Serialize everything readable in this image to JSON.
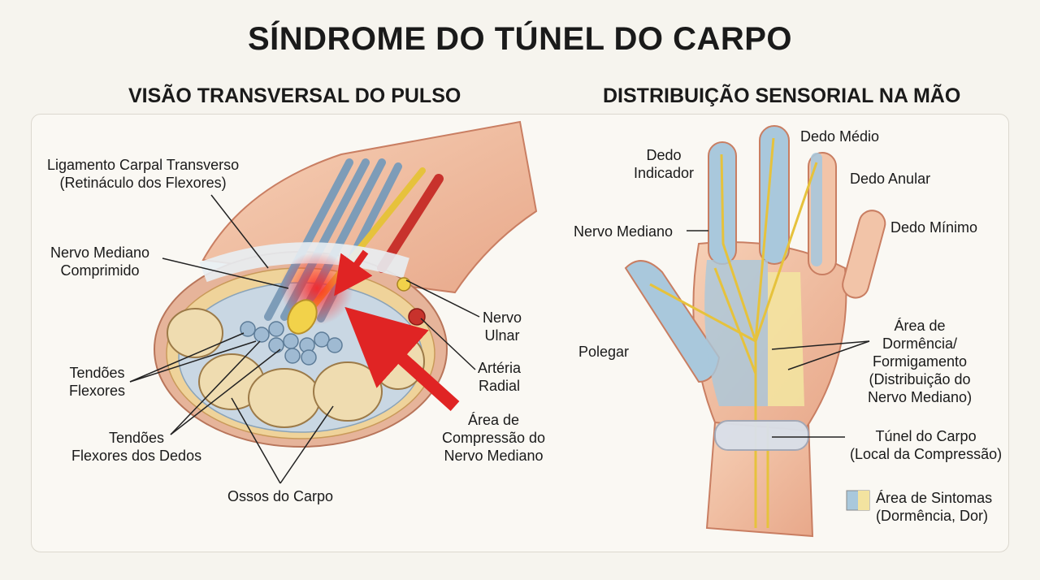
{
  "title": "SÍNDROME DO TÚNEL DO CARPO",
  "left_panel": {
    "subtitle": "VISÃO TRANSVERSAL DO PULSO",
    "labels": {
      "ligamento_1": "Ligamento Carpal Transverso",
      "ligamento_2": "(Retináculo dos Flexores)",
      "nervo_comp_1": "Nervo Mediano",
      "nervo_comp_2": "Comprimido",
      "tendoes_1": "Tendões",
      "tendoes_2": "Flexores",
      "tendoes_dedos_1": "Tendões",
      "tendoes_dedos_2": "Flexores dos Dedos",
      "ossos": "Ossos do Carpo",
      "nervo_ulnar_1": "Nervo",
      "nervo_ulnar_2": "Ulnar",
      "arteria_1": "Artéria",
      "arteria_2": "Radial",
      "area_comp_1": "Área de",
      "area_comp_2": "Compressão do",
      "area_comp_3": "Nervo Mediano"
    }
  },
  "right_panel": {
    "subtitle": "DISTRIBUIÇÃO SENSORIAL NA MÃO",
    "labels": {
      "dedo_indicador_1": "Dedo",
      "dedo_indicador_2": "Indicador",
      "dedo_medio": "Dedo Médio",
      "dedo_anular": "Dedo Anular",
      "dedo_minimo": "Dedo Mínimo",
      "nervo_mediano": "Nervo Mediano",
      "polegar": "Polegar",
      "area_dorm_1": "Área de",
      "area_dorm_2": "Dormência/",
      "area_dorm_3": "Formigamento",
      "area_dorm_4": "(Distribuição do",
      "area_dorm_5": "Nervo Mediano)",
      "tunel_1": "Túnel do Carpo",
      "tunel_2": "(Local da Compressão)"
    },
    "legend": {
      "line1": "Área de Sintomas",
      "line2": "(Dormência, Dor)"
    }
  },
  "colors": {
    "skin": "#f2c4a8",
    "skin_dark": "#e09a7c",
    "nerve_yellow": "#f2d24a",
    "symptom_blue": "#a9c8dc",
    "symptom_yellow": "#f3e3a0",
    "artery_red": "#c8322c",
    "arrow_red": "#e02424",
    "bone": "#efdcb0",
    "tendon_blue": "#8fb0cc"
  }
}
